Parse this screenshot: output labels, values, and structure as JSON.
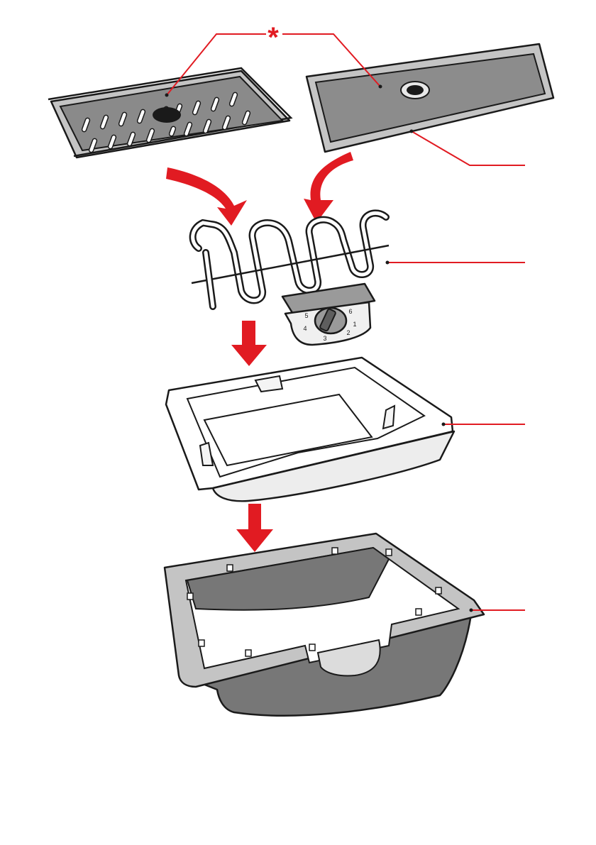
{
  "figure": {
    "asterisk_label": "*",
    "components": [
      "grill-plate",
      "griddle-plate",
      "heating-element",
      "thermostat-control",
      "drip-tray",
      "base-housing"
    ],
    "thermostat_dial": {
      "marks": [
        "1",
        "2",
        "3",
        "4",
        "5",
        "6"
      ]
    },
    "colors": {
      "leader_line": "#e11b22",
      "arrow": "#e11b22",
      "plate_surface": "#8c8c8c",
      "plate_rim": "#c4c4c4",
      "base_body": "#777777",
      "outline": "#1a1a1a"
    }
  }
}
